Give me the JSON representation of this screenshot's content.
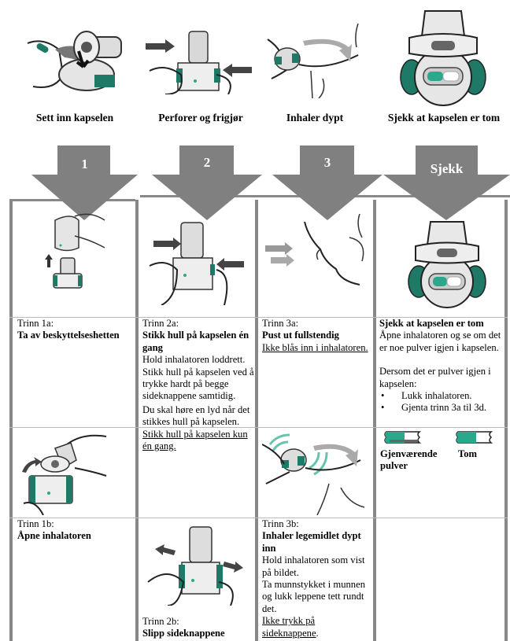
{
  "overview": {
    "steps": [
      {
        "title": "Sett inn kapselen",
        "icon": "insert-capsule-illustration"
      },
      {
        "title": "Perforer og frigjør",
        "icon": "pierce-release-illustration"
      },
      {
        "title": "Inhaler dypt",
        "icon": "inhale-deeply-illustration"
      },
      {
        "title": "Sjekk at kapselen er tom",
        "icon": "check-capsule-illustration"
      }
    ]
  },
  "arrows": [
    {
      "label": "1"
    },
    {
      "label": "2"
    },
    {
      "label": "3"
    },
    {
      "label": "Sjekk"
    }
  ],
  "colors": {
    "arrow_gray": "#808080",
    "device_green": "#1e7a66",
    "accent_teal": "#2aa88c",
    "border_gray": "#888888"
  },
  "columns": {
    "col1": {
      "step_1a": {
        "label": "Trinn 1a:",
        "heading": "Ta av beskyttelseshetten"
      },
      "step_1b": {
        "label": "Trinn 1b:",
        "heading": "Åpne inhalatoren"
      }
    },
    "col2": {
      "step_2a": {
        "label": "Trinn 2a:",
        "heading": "Stikk hull på kapselen én gang",
        "p1": "Hold inhalatoren loddrett.",
        "p2": "Stikk hull på kapselen ved å trykke hardt på begge sideknappene samtidig.",
        "p3": "Du skal høre en lyd når det stikkes hull på kapselen.",
        "warning": "Stikk hull på kapselen kun én gang."
      },
      "step_2b": {
        "label": "Trinn 2b:",
        "heading": "Slipp sideknappene"
      }
    },
    "col3": {
      "step_3a": {
        "label": "Trinn 3a:",
        "heading": "Pust ut fullstendig",
        "warning": "Ikke blås inn i inhalatoren."
      },
      "step_3b": {
        "label": "Trinn 3b:",
        "heading": "Inhaler legemidlet dypt inn",
        "p1": "Hold inhalatoren som vist på bildet.",
        "p2": "Ta munnstykket i munnen og lukk leppene tett rundt det.",
        "warning": "Ikke trykk på sideknappene",
        "warning_suffix": "."
      }
    },
    "col4": {
      "heading": "Sjekk at kapselen er tom",
      "p1": "Åpne inhalatoren og se om det er noe pulver igjen i kapselen.",
      "p2": "Dersom det er pulver igjen i kapselen:",
      "bullets": [
        "Lukk inhalatoren.",
        "Gjenta trinn 3a til 3d."
      ],
      "capsule_remaining_label": "Gjenværende pulver",
      "capsule_empty_label": "Tom"
    }
  }
}
